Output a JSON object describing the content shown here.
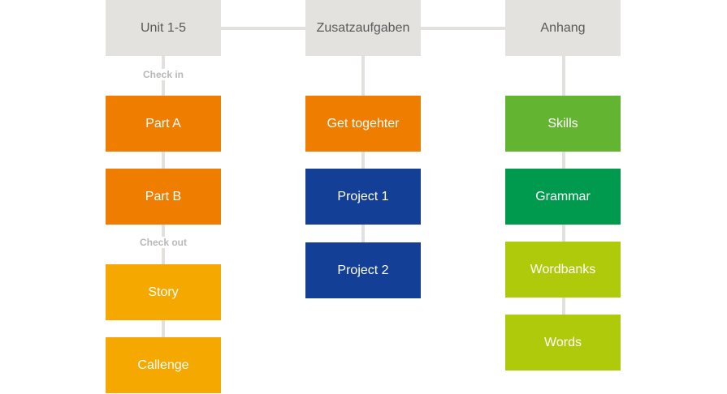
{
  "headers": {
    "unit": "Unit 1-5",
    "extra": "Zusatzaufgaben",
    "appendix": "Anhang"
  },
  "labels": {
    "check_in": "Check in",
    "check_out": "Check out"
  },
  "column_unit": {
    "part_a": "Part A",
    "part_b": "Part B",
    "story": "Story",
    "challenge": "Callenge"
  },
  "column_extra": {
    "get_together": "Get togehter",
    "project_1": "Project 1",
    "project_2": "Project 2"
  },
  "column_appendix": {
    "skills": "Skills",
    "grammar": "Grammar",
    "wordbanks": "Wordbanks",
    "words": "Words"
  },
  "colors": {
    "header_bg": "#e3e2df",
    "connector": "#e2e1de",
    "orange": "#ef7d00",
    "yellow_orange": "#f5a800",
    "dark_blue": "#133f96",
    "green": "#63b531",
    "dark_green": "#009a4f",
    "lime": "#afca0b"
  }
}
